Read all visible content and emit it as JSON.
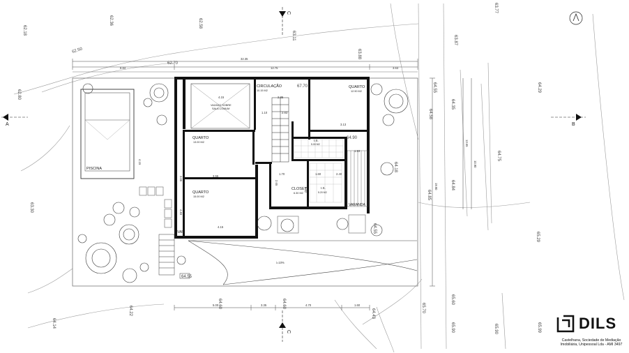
{
  "rooms": {
    "piscina": "PISCINA",
    "circulacao": "CIRCULAÇÃO",
    "circulacao_area": "10.15 M2",
    "vazado": "VAZADO SOBRE",
    "vazado2": "SALA COMUM",
    "quarto_ne": "QUARTO",
    "quarto_ne_area": "12.90 M2",
    "quarto_1": "QUARTO",
    "quarto_1_area": "13.00 M2",
    "quarto_2": "QUARTO",
    "quarto_2_area": "15.00 M2",
    "is1": "I.S.",
    "is1_area": "5.00 M2",
    "is2": "I.S.",
    "is2_area": "5.20 M2",
    "closet": "CLOSET",
    "closet_area": "6.30 M2",
    "varanda": "VARANDA",
    "var": "VAR."
  },
  "sections": {
    "a": "A",
    "b": "B",
    "c_top": "C",
    "c_bottom": "C"
  },
  "levels": {
    "l1": "62.18",
    "l2": "62.36",
    "l3": "62.58",
    "l4": "63.11",
    "l5": "63.77",
    "l6": "62.50",
    "l7": "63.88",
    "l8": "63.87",
    "l9": "62.80",
    "l10": "64.29",
    "l11": "64.35",
    "l12": "64.58",
    "l13": "64.75",
    "l14": "64.18",
    "l15": "64.85",
    "l16": "64.84",
    "l17": "63.30",
    "l18": "65.29",
    "l19": "64.60",
    "l20": "64.60",
    "l21": "65.70",
    "l22": "65.60",
    "l23": "64.22",
    "l24": "64.14",
    "l25": "65.99",
    "l26": "65.90",
    "l27": "65.90",
    "l28": "64.43",
    "l29": "62.70",
    "l30": "64.55",
    "l31": "64.55",
    "l32": "64.55",
    "l33": "67.70",
    "l34": "64.90"
  },
  "dims": {
    "d1": "32.35",
    "d2": "12.75",
    "d3": "3.63",
    "d4": "8.84",
    "d5": "5.00",
    "d6": "4.15",
    "d7": "2.85",
    "d8": "1.10",
    "d9": "2.83",
    "d10": "3.13",
    "d11": "3.55",
    "d12": "3.00",
    "d13": "4.15",
    "d14": "1.93",
    "d15": "1.89",
    "d16": "19.90",
    "d17": "3.35",
    "d18": "1.70",
    "d19": "4.70",
    "d20": "1.60",
    "d21": "13.65",
    "d22": "2.65",
    "d23": "1.60",
    "d24": "10.90",
    "d25": "4.83",
    "d26": "1.92",
    "d27": "2.40"
  },
  "slope": "i=10%",
  "logo": {
    "word": "DILS",
    "line1": "Castelhana, Sociedade de Mediação",
    "line2": "Imobiliária, Unipessoal Lda - AMI 3497"
  }
}
